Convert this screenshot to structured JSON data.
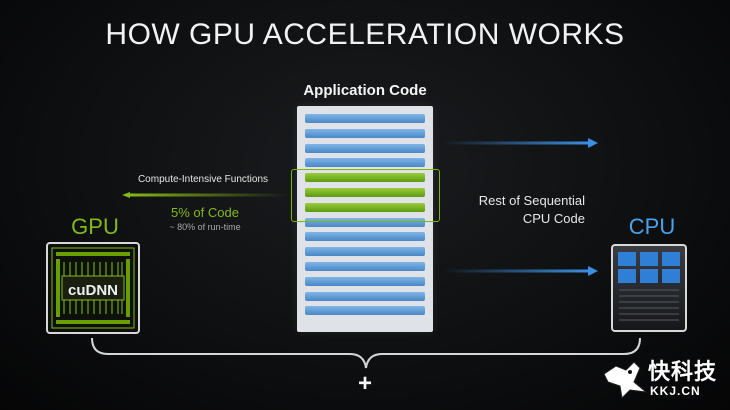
{
  "title": "HOW GPU ACCELERATION WORKS",
  "app_code": {
    "label": "Application Code",
    "bars": [
      "blue",
      "blue",
      "blue",
      "blue",
      "green",
      "green",
      "green",
      "blue",
      "blue",
      "blue",
      "blue",
      "blue",
      "blue",
      "blue"
    ]
  },
  "compute_intensive": {
    "label": "Compute-Intensive Functions",
    "percent_code": "5% of Code",
    "runtime": "~ 80% of run-time"
  },
  "gpu": {
    "label": "GPU",
    "library": "cuDNN",
    "color": "#86b817"
  },
  "cpu": {
    "label": "CPU",
    "color": "#4aa3ea"
  },
  "sequential": {
    "line1": "Rest of Sequential",
    "line2": "CPU Code"
  },
  "combine_symbol": "+",
  "watermark": {
    "name": "快科技",
    "url": "KKJ.CN"
  },
  "icons": [
    "bird-logo-icon",
    "gpu-chip-icon",
    "cpu-chip-icon",
    "arrow-right-icon",
    "arrow-left-icon",
    "curly-brace-icon"
  ]
}
